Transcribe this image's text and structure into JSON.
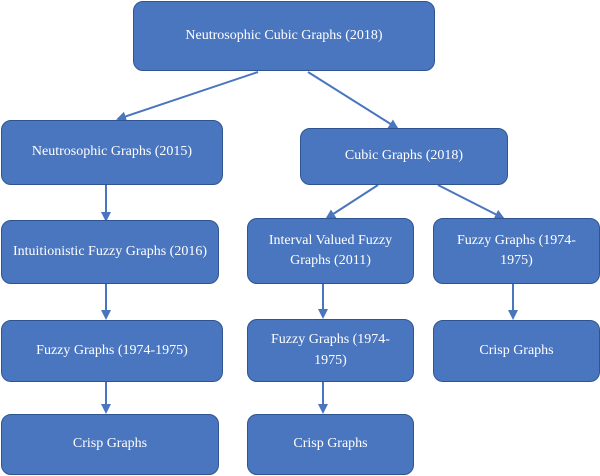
{
  "colors": {
    "node_fill": "#4a76bf",
    "node_border": "#2e5591",
    "node_text": "#ffffff",
    "connector": "#4a76bf",
    "background": "#ffffff"
  },
  "nodes": {
    "root": "Neutrosophic Cubic Graphs (2018)",
    "neutrosophic_graphs": "Neutrosophic Graphs (2015)",
    "cubic_graphs": "Cubic Graphs (2018)",
    "intuitionistic_fuzzy_graphs": "Intuitionistic Fuzzy Graphs (2016)",
    "interval_valued_fuzzy_graphs": "Interval Valued Fuzzy Graphs (2011)",
    "fuzzy_graphs_right": "Fuzzy Graphs (1974-1975)",
    "fuzzy_graphs_left": "Fuzzy Graphs (1974-1975)",
    "fuzzy_graphs_middle": "Fuzzy Graphs (1974-1975)",
    "crisp_graphs_right": "Crisp Graphs",
    "crisp_graphs_left": "Crisp Graphs",
    "crisp_graphs_middle": "Crisp Graphs"
  }
}
